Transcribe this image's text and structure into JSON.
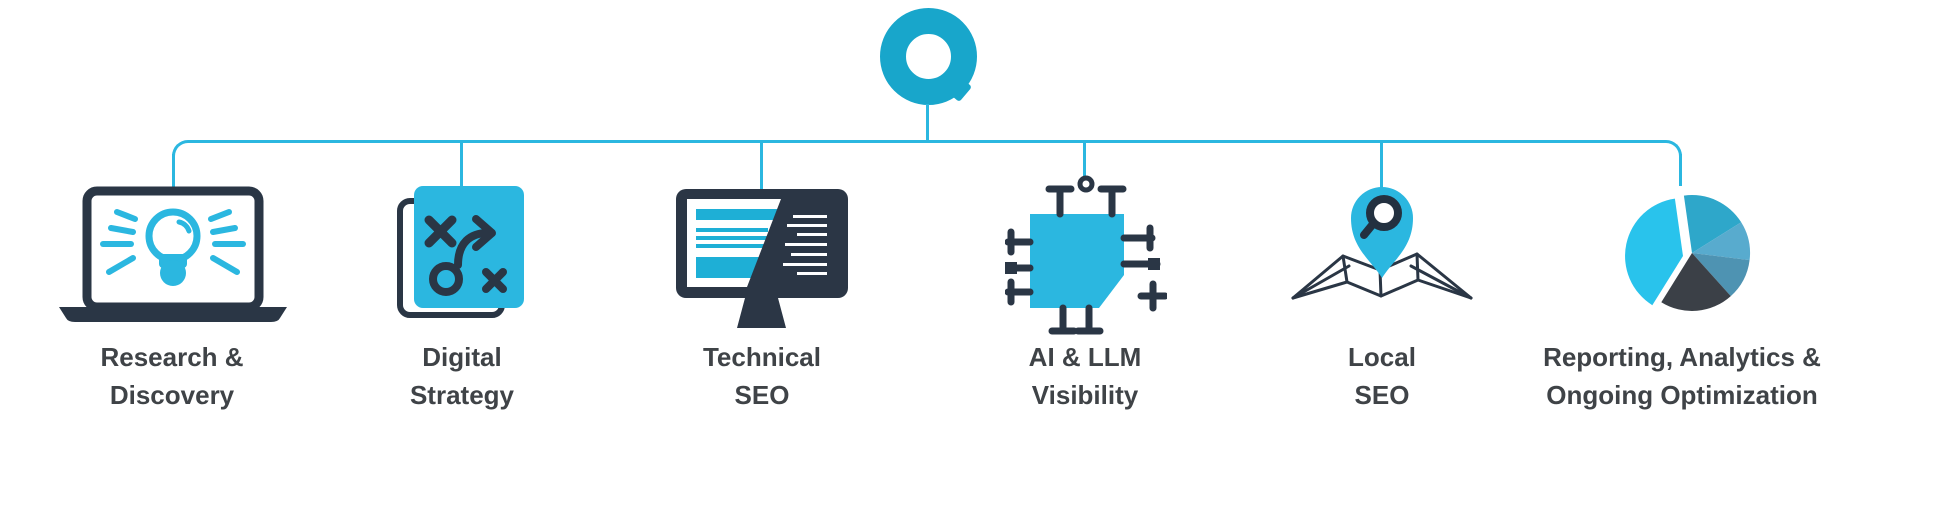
{
  "diagram": {
    "hub": {
      "icon": "ring-hub-icon",
      "color": "#18A6CB"
    },
    "connector_color": "#2BB7E0",
    "text_color": "#3F4347",
    "palette": {
      "cyan": "#2BB7E0",
      "navy": "#2A3645",
      "charcoal": "#3B4047"
    },
    "nodes": [
      {
        "icon": "laptop-idea-icon",
        "line1": "Research &",
        "line2": "Discovery"
      },
      {
        "icon": "strategy-board-icon",
        "line1": "Digital",
        "line2": "Strategy"
      },
      {
        "icon": "monitor-code-icon",
        "line1": "Technical",
        "line2": "SEO"
      },
      {
        "icon": "cpu-chip-icon",
        "line1": "AI & LLM",
        "line2": "Visibility"
      },
      {
        "icon": "map-pin-search-icon",
        "line1": "Local",
        "line2": "SEO"
      },
      {
        "icon": "pie-chart-icon",
        "line1": "Reporting, Analytics &",
        "line2": "Ongoing Optimization"
      }
    ],
    "pie_icon_slices": [
      {
        "color": "#2EA7CA",
        "approx_degrees": 66
      },
      {
        "color": "#58ABCE",
        "approx_degrees": 39
      },
      {
        "color": "#4E93B2",
        "approx_degrees": 41
      },
      {
        "color": "#3B4047",
        "approx_degrees": 74
      },
      {
        "color": "#29C3EC",
        "approx_degrees": 140,
        "exploded": true
      }
    ]
  }
}
